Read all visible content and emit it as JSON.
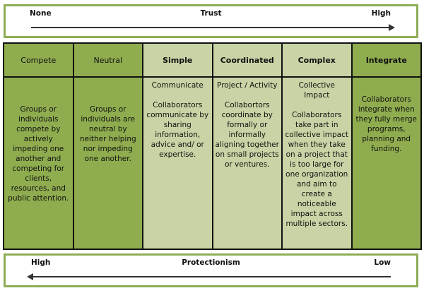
{
  "trust": {
    "left": "None",
    "title": "Trust",
    "right": "High"
  },
  "protectionism": {
    "left": "High",
    "title": "Protectionism",
    "right": "Low"
  },
  "columns": [
    {
      "header": "Compete",
      "subtitle": "",
      "description": "Groups or individuals compete by actively impeding one another and competing for clients, resources, and public attention."
    },
    {
      "header": "Neutral",
      "subtitle": "",
      "description": "Groups or individuals are neutral by neither helping nor impeding one another."
    },
    {
      "header": "Simple",
      "subtitle": "Communicate",
      "description": "Collaborators communicate by sharing information, advice and/ or expertise."
    },
    {
      "header": "Coordinated",
      "subtitle": "Project / Activity",
      "description": "Collabortors coordinate by formally or informally aligning together on small projects or ventures."
    },
    {
      "header": "Complex",
      "subtitle": "Collective Impact",
      "description": "Collaborators take part in collective impact when they take on a project that is too large for one organization and aim to create a noticeable impact across multiple sectors."
    },
    {
      "header": "Integrate",
      "subtitle": "",
      "description": "Collaborators integrate when they fully merge programs, planning and funding."
    }
  ],
  "colors": {
    "dark_green": "#8fad4f",
    "light_green": "#c8d4a5",
    "border_green": "#8fad55"
  }
}
